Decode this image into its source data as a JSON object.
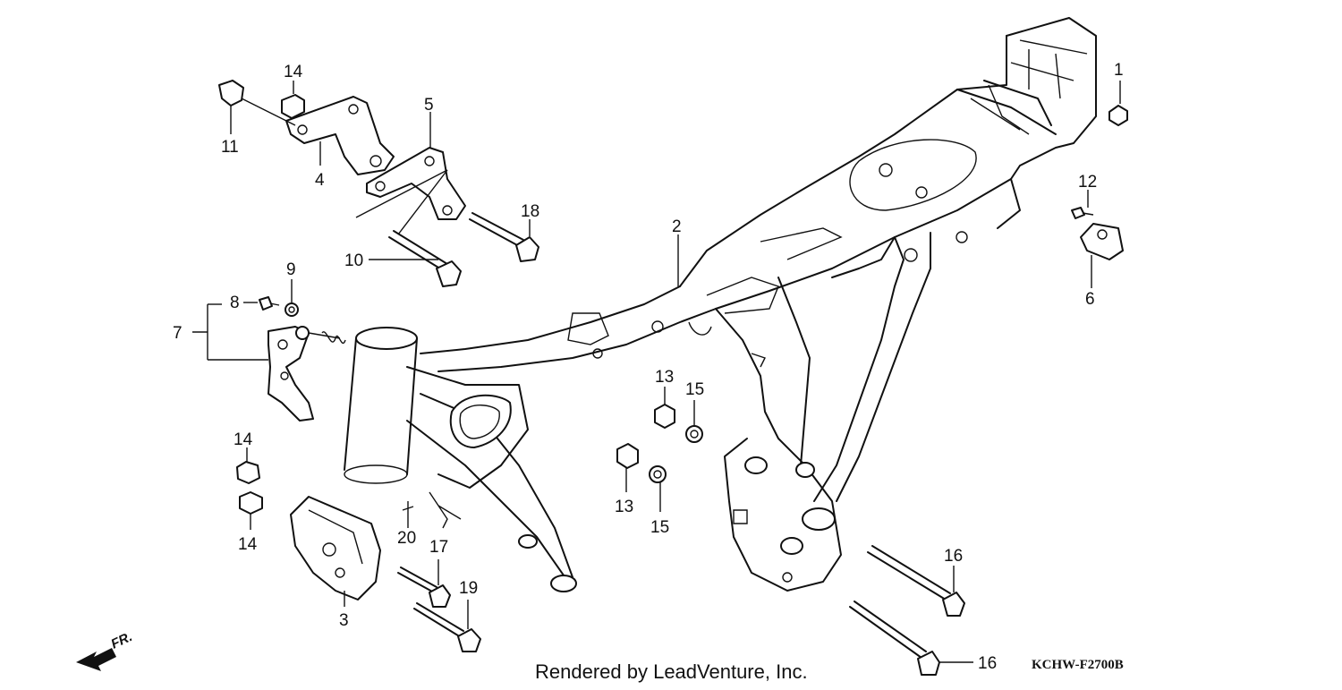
{
  "diagram": {
    "callouts": [
      {
        "id": "c1",
        "label": "1"
      },
      {
        "id": "c2",
        "label": "2"
      },
      {
        "id": "c3",
        "label": "3"
      },
      {
        "id": "c4",
        "label": "4"
      },
      {
        "id": "c5",
        "label": "5"
      },
      {
        "id": "c6",
        "label": "6"
      },
      {
        "id": "c7",
        "label": "7"
      },
      {
        "id": "c8",
        "label": "8"
      },
      {
        "id": "c9",
        "label": "9"
      },
      {
        "id": "c10",
        "label": "10"
      },
      {
        "id": "c11",
        "label": "11"
      },
      {
        "id": "c12",
        "label": "12"
      },
      {
        "id": "c13a",
        "label": "13"
      },
      {
        "id": "c13b",
        "label": "13"
      },
      {
        "id": "c14a",
        "label": "14"
      },
      {
        "id": "c14b",
        "label": "14"
      },
      {
        "id": "c14c",
        "label": "14"
      },
      {
        "id": "c15a",
        "label": "15"
      },
      {
        "id": "c15b",
        "label": "15"
      },
      {
        "id": "c16a",
        "label": "16"
      },
      {
        "id": "c16b",
        "label": "16"
      },
      {
        "id": "c17",
        "label": "17"
      },
      {
        "id": "c18",
        "label": "18"
      },
      {
        "id": "c19",
        "label": "19"
      },
      {
        "id": "c20",
        "label": "20"
      }
    ],
    "front_indicator": "FR.",
    "footer_credit": "Rendered by LeadVenture, Inc.",
    "diagram_code": "KCHW-F2700B"
  }
}
